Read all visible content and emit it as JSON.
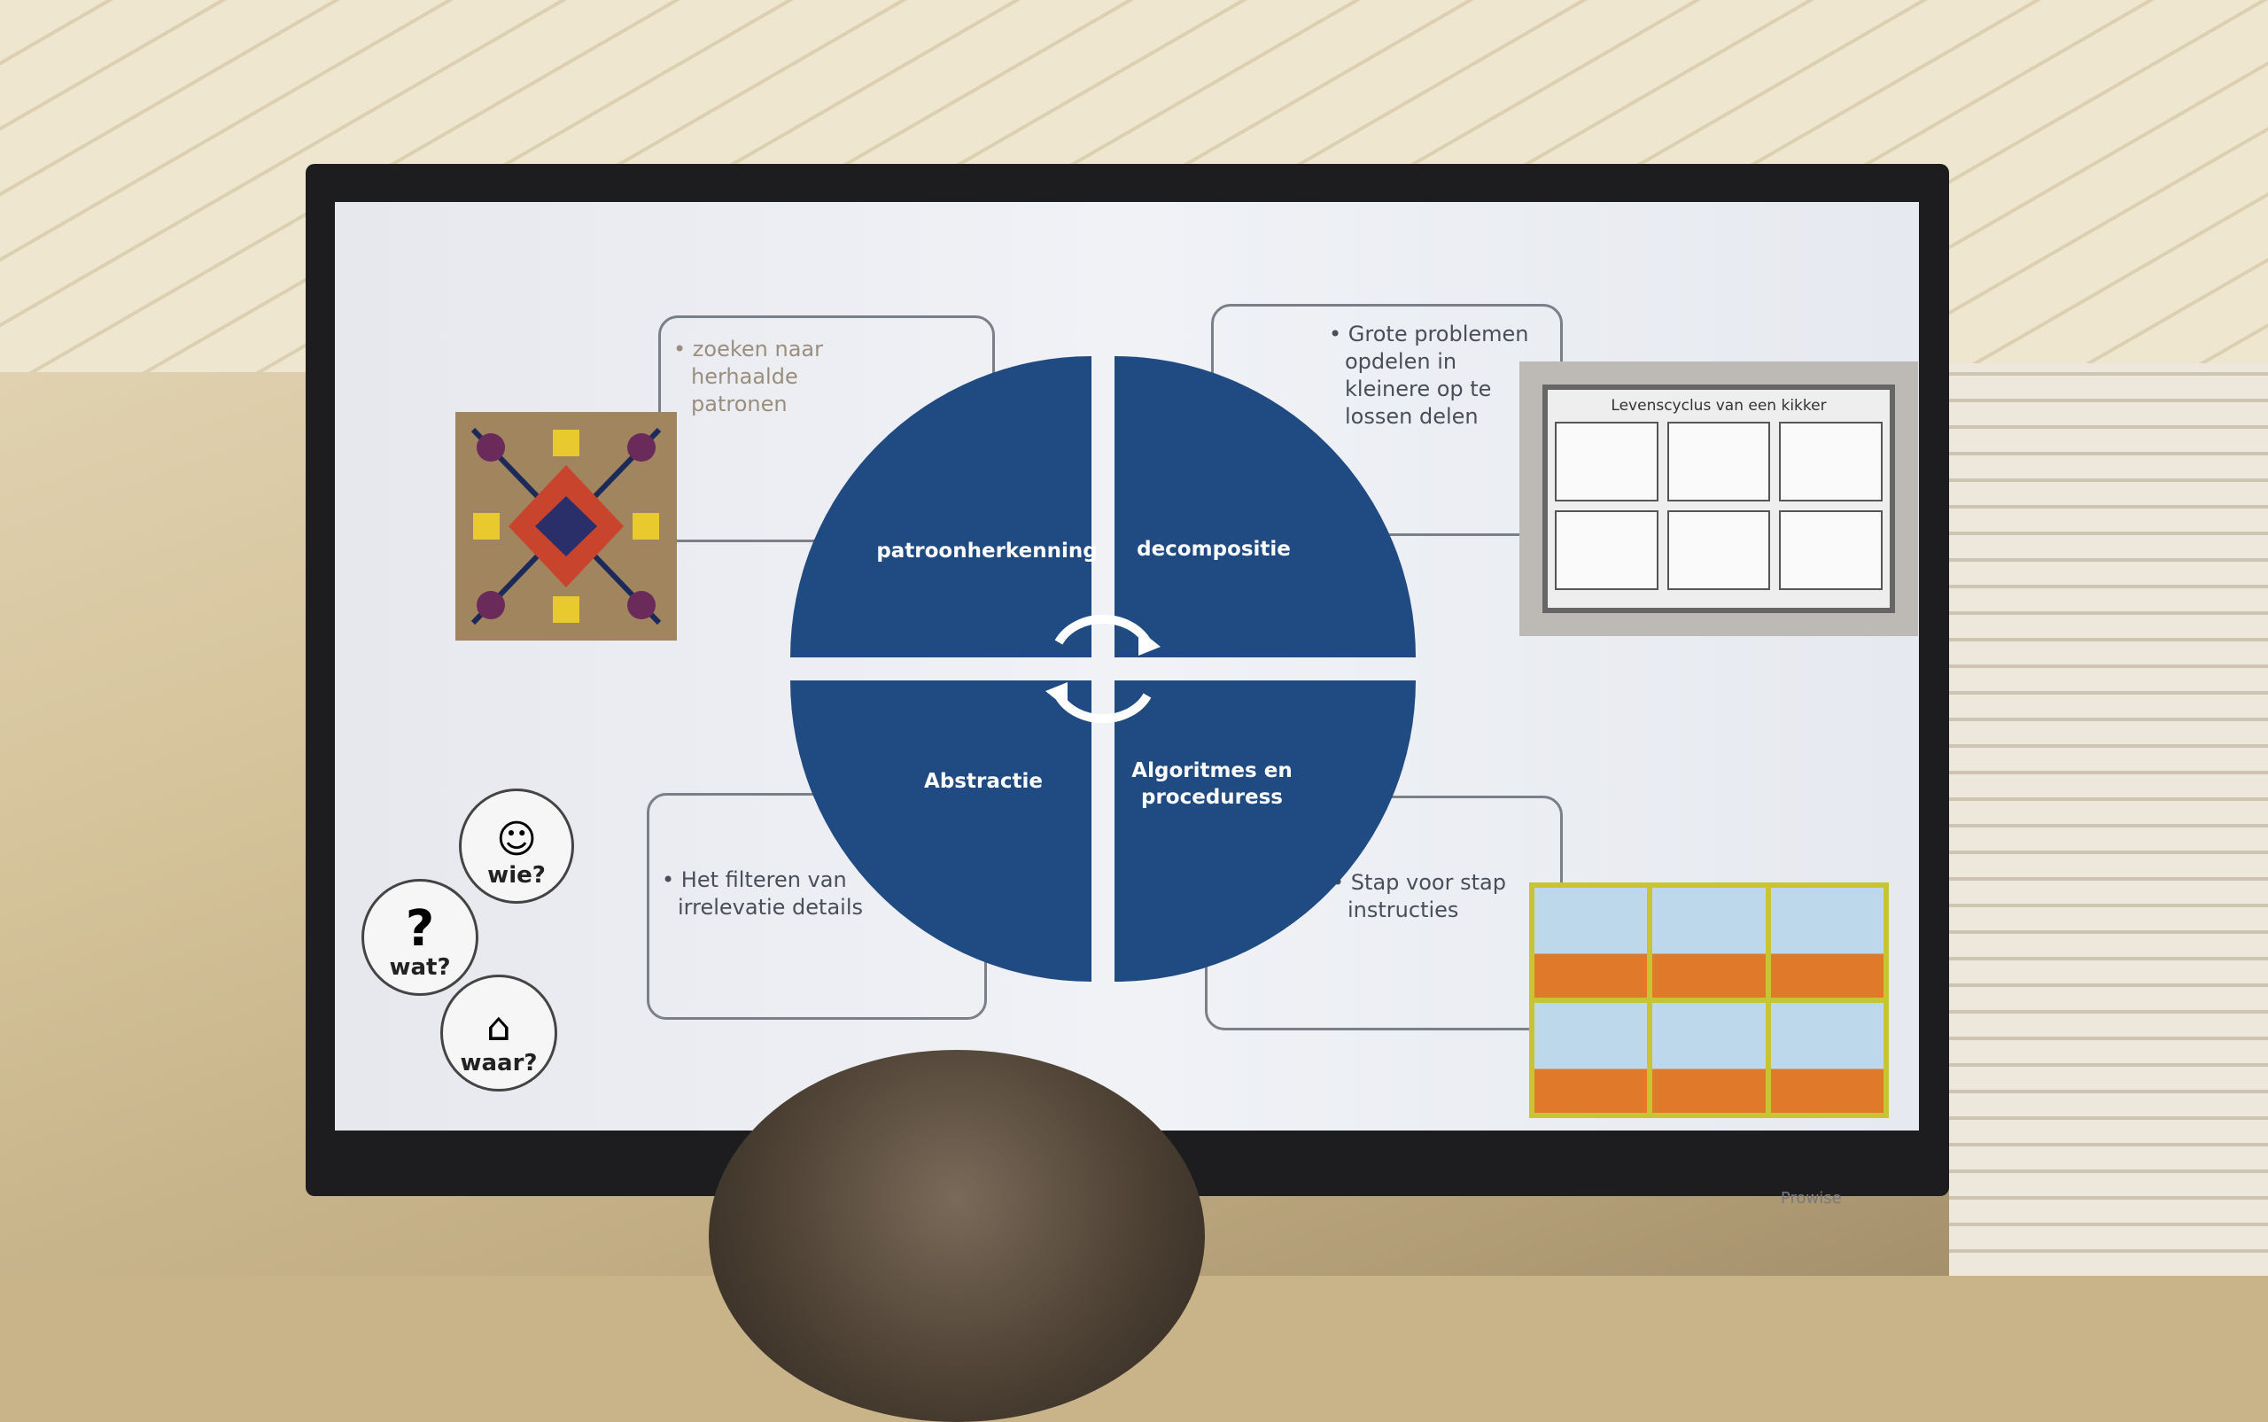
{
  "slide": {
    "quadrants": [
      {
        "label": "patroonherkenning"
      },
      {
        "label": "decompositie"
      },
      {
        "label": "Abstractie"
      },
      {
        "label": "Algoritmes en proceduress"
      }
    ],
    "boxes": {
      "top_left": [
        "zoeken naar",
        "herhaalde",
        "patronen"
      ],
      "top_right": [
        "Grote problemen",
        "opdelen in",
        "kleinere op te",
        "lossen delen"
      ],
      "bottom_left": [
        "Het filteren van",
        "irrelevatie details"
      ],
      "bottom_right": [
        "Stap voor stap",
        "instructies"
      ]
    },
    "poster_title": "Levenscyclus van een kikker",
    "question_circles": [
      "wie?",
      "wat?",
      "waar?"
    ],
    "quadrant_color": "#1f4a82"
  },
  "monitor_brand": "Prowise"
}
